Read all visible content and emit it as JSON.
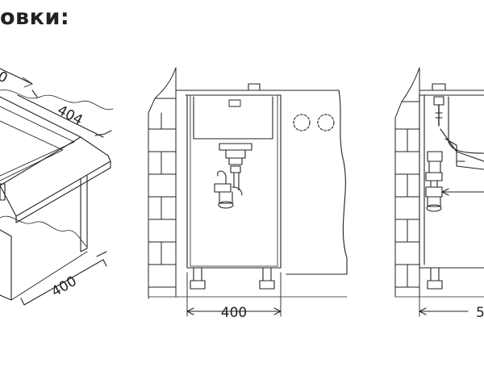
{
  "heading": "овки:",
  "dimensions": {
    "iso_depth_partial": "0",
    "iso_width": "404",
    "iso_cabinet_width": "400",
    "front_cabinet_width": "400",
    "side_width_partial": "5"
  }
}
